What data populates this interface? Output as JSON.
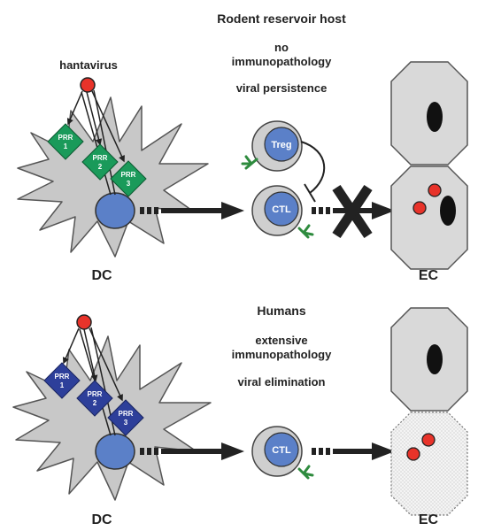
{
  "top": {
    "title": "Rodent reservoir host",
    "line1": "no",
    "line2": "immunopathology",
    "line3": "viral persistence",
    "virus_label": "hantavirus",
    "prr": [
      {
        "l1": "PRR",
        "l2": "1"
      },
      {
        "l1": "PRR",
        "l2": "2"
      },
      {
        "l1": "PRR",
        "l2": "3"
      }
    ],
    "treg_label": "Treg",
    "ctl_label": "CTL",
    "dc_label": "DC",
    "ec_label": "EC"
  },
  "bottom": {
    "title": "Humans",
    "line1": "extensive",
    "line2": "immunopathology",
    "line3": "viral elimination",
    "prr": [
      {
        "l1": "PRR",
        "l2": "1"
      },
      {
        "l1": "PRR",
        "l2": "2"
      },
      {
        "l1": "PRR",
        "l2": "3"
      }
    ],
    "ctl_label": "CTL",
    "dc_label": "DC",
    "ec_label": "EC"
  },
  "colors": {
    "prr_top": "#1a9a5a",
    "prr_bottom": "#2d3f9a",
    "virus": "#e8332a",
    "cell_blue": "#5b80c8",
    "dc_grey": "#c8c8c8",
    "ec_grey": "#d9d9d9",
    "receptor": "#2e8b3e"
  }
}
